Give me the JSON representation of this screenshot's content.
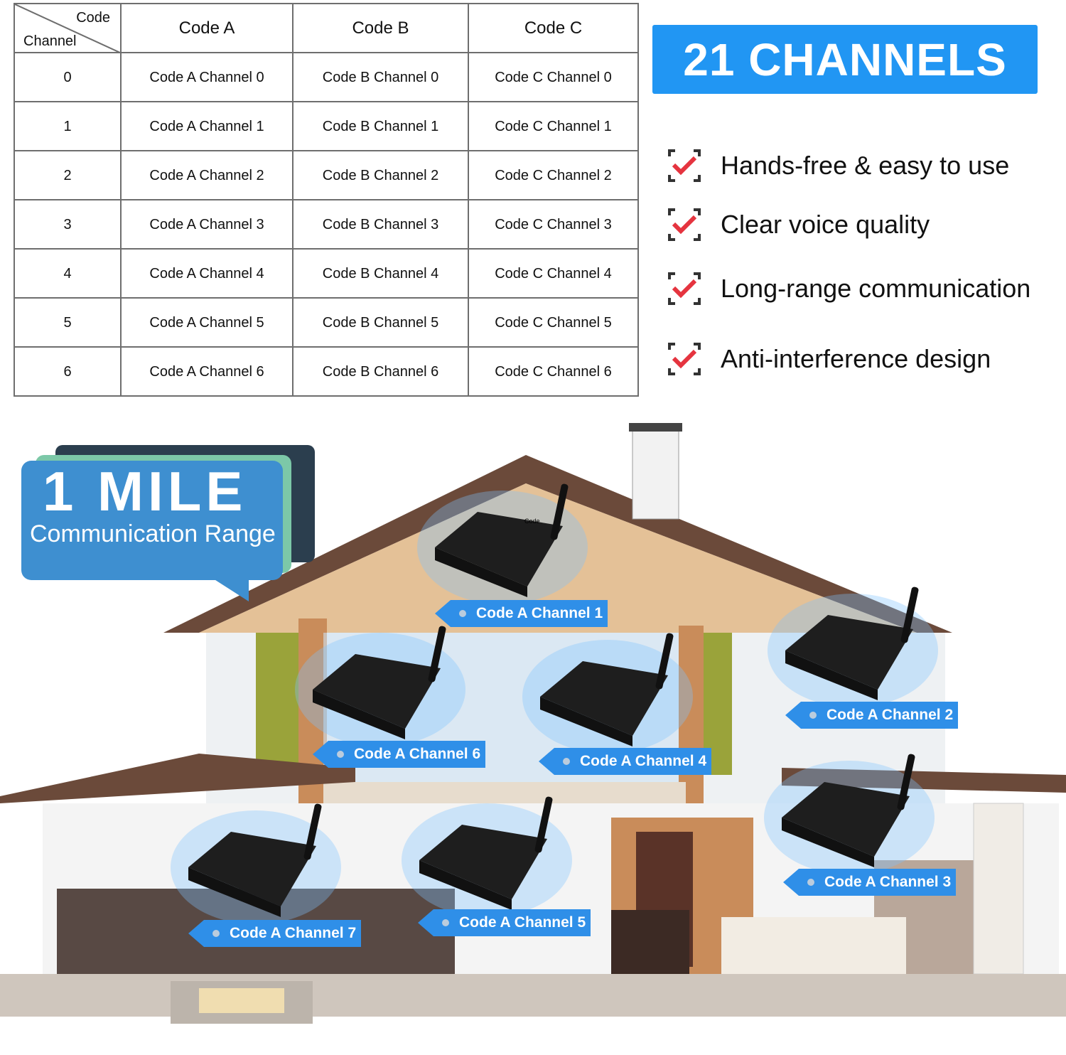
{
  "table": {
    "corner_top": "Code",
    "corner_bottom": "Channel",
    "headers": [
      "Code A",
      "Code B",
      "Code C"
    ],
    "rows": [
      {
        "channel": "0",
        "cells": [
          "Code A Channel 0",
          "Code B Channel 0",
          "Code C Channel 0"
        ]
      },
      {
        "channel": "1",
        "cells": [
          "Code A Channel 1",
          "Code B Channel 1",
          "Code C Channel 1"
        ]
      },
      {
        "channel": "2",
        "cells": [
          "Code A Channel 2",
          "Code B Channel 2",
          "Code C Channel 2"
        ]
      },
      {
        "channel": "3",
        "cells": [
          "Code A Channel 3",
          "Code B Channel 3",
          "Code C Channel 3"
        ]
      },
      {
        "channel": "4",
        "cells": [
          "Code A Channel 4",
          "Code B Channel 4",
          "Code C Channel 4"
        ]
      },
      {
        "channel": "5",
        "cells": [
          "Code A Channel 5",
          "Code B Channel 5",
          "Code C Channel 5"
        ]
      },
      {
        "channel": "6",
        "cells": [
          "Code A Channel 6",
          "Code B Channel 6",
          "Code C Channel 6"
        ]
      }
    ]
  },
  "banner": {
    "title": "21 CHANNELS",
    "color": "#2196f3"
  },
  "features": [
    {
      "icon": "check-icon",
      "label": "Hands-free & easy to use"
    },
    {
      "icon": "check-icon",
      "label": "Clear voice quality"
    },
    {
      "icon": "check-icon",
      "label": "Long-range communication"
    },
    {
      "icon": "check-icon",
      "label": "Anti-interference design"
    }
  ],
  "range": {
    "title": "1 MILE",
    "subtitle": "Communication Range"
  },
  "device_label": "Code",
  "tags": [
    "Code A Channel 1",
    "Code A Channel 2",
    "Code A Channel 3",
    "Code A Channel 4",
    "Code A Channel 5",
    "Code A Channel 6",
    "Code A Channel 7"
  ],
  "colors": {
    "tag": "#2f8fe8",
    "check": "#e5343f"
  }
}
